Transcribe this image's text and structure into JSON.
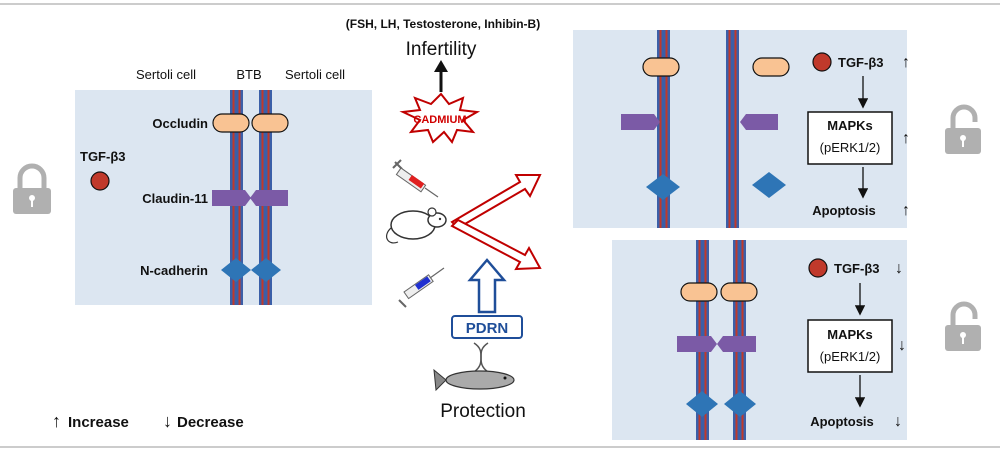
{
  "top_text": {
    "hormones": "(FSH, LH, Testosterone,  Inhibin-B)",
    "infertility": "Infertility",
    "cadmium": "CADMIUM",
    "pdrn": "PDRN",
    "protection": "Protection"
  },
  "left_panel": {
    "sertoli_left": "Sertoli cell",
    "btb": "BTB",
    "sertoli_right": "Sertoli cell",
    "tgf": "TGF-β3",
    "occludin": "Occludin",
    "claudin": "Claudin-11",
    "ncadherin": "N-cadherin"
  },
  "right_top": {
    "tgf": "TGF-β3",
    "mapks": "MAPKs",
    "perk": "(pERK1/2)",
    "apoptosis": "Apoptosis",
    "direction": "increase"
  },
  "right_bottom": {
    "tgf": "TGF-β3",
    "mapks": "MAPKs",
    "perk": "(pERK1/2)",
    "apoptosis": "Apoptosis",
    "direction": "decrease"
  },
  "legend": {
    "increase": "Increase",
    "decrease": "Decrease"
  },
  "colors": {
    "panel_bg": "#dce6f1",
    "membrane_blue": "#3b5fa8",
    "membrane_red": "#c0392b",
    "occludin": "#f9c393",
    "claudin": "#7b5aa6",
    "ncadherin": "#2e75b6",
    "tgf": "#c0392b",
    "cadmium_text": "#d00000",
    "arrow_red": "#c00000",
    "pdrn_blue": "#1f4e99"
  }
}
